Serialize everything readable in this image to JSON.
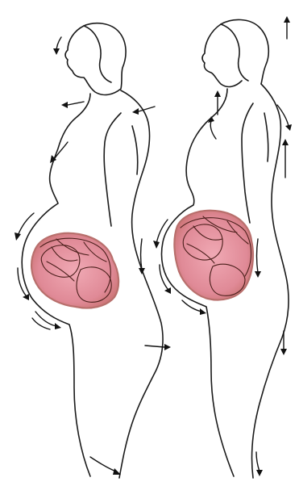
{
  "figures": [
    {
      "id": "left",
      "posture": "poor-posture",
      "arrow_count": 14
    },
    {
      "id": "right",
      "posture": "good-posture",
      "arrow_count": 14
    }
  ],
  "colors": {
    "outline": "#1a1a1a",
    "arrow": "#111111",
    "uterus_fill": "#e4909c",
    "uterus_edge": "#b86f6c",
    "fetus_detail": "#4a1e1a",
    "background": "#ffffff"
  }
}
